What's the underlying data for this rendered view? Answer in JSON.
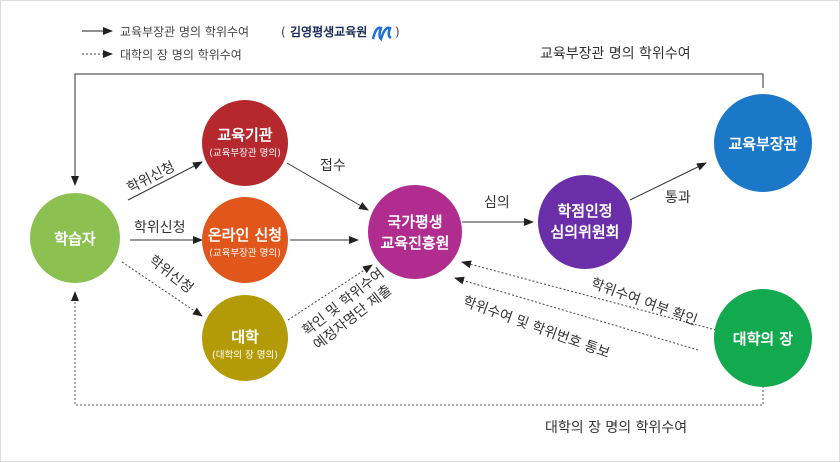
{
  "legend": {
    "solid": "교육부장관 명의 학위수여",
    "dotted": "대학의 장 명의 학위수여",
    "paren_open": "(",
    "brand": "김영평생교육원",
    "paren_close": ")"
  },
  "nodes": {
    "learner": {
      "title": "학습자",
      "color": "#8cc152"
    },
    "institution": {
      "title": "교육기관",
      "sub": "(교육부장관 명의)",
      "color": "#b5282e"
    },
    "online": {
      "title": "온라인 신청",
      "sub": "(교육부장관 명의)",
      "color": "#e0561b"
    },
    "university": {
      "title": "대학",
      "sub": "(대학의 장 명의)",
      "color": "#b39a07"
    },
    "nile": {
      "title1": "국가평생",
      "title2": "교육진흥원",
      "color": "#b02c8e"
    },
    "committee": {
      "title1": "학점인정",
      "title2": "심의위원회",
      "color": "#6a2fa8"
    },
    "minister": {
      "title": "교육부장관",
      "color": "#1b78c8"
    },
    "president": {
      "title": "대학의 장",
      "color": "#13a94e"
    }
  },
  "edges": {
    "apply1": "학위신청",
    "apply2": "학위신청",
    "apply3": "학위신청",
    "receive": "접수",
    "review": "심의",
    "pass": "통과",
    "confirm": "학위수여 여부 확인",
    "notify": "학위수여 및 학위번호 통보",
    "submit1": "확인 및 학위수여",
    "submit2": "예정자명단 제출",
    "top": "교육부장관 명의 학위수여",
    "bottom": "대학의 장 명의 학위수여"
  }
}
